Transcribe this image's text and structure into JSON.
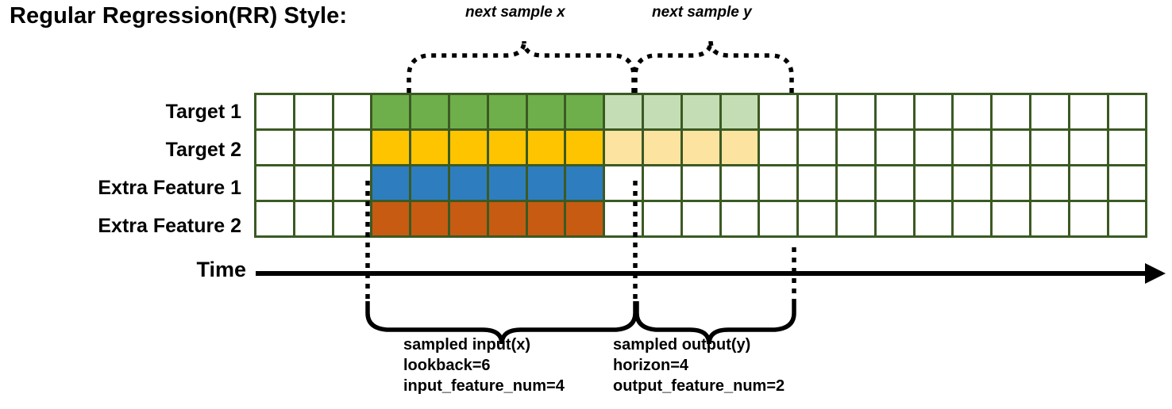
{
  "title": "Regular Regression(RR) Style:",
  "annotations": {
    "top_left_brace_label": "next sample x",
    "top_right_brace_label": "next sample y"
  },
  "axis": {
    "time_label": "Time",
    "arrow": "right-arrow"
  },
  "grid": {
    "total_columns": 23,
    "row_labels": [
      "Target 1",
      "Target 2",
      "Extra Feature 1",
      "Extra Feature 2"
    ],
    "colors": {
      "border": "#3b5a23",
      "empty": "#ffffff",
      "target1_input": "#6faf4b",
      "target1_output": "#c5ddb4",
      "target2_input": "#ffc400",
      "target2_output": "#fce3a0",
      "extra1_input": "#2e7dbf",
      "extra2_input": "#c75b12"
    },
    "segments": {
      "lead_empty": 3,
      "input_span": 6,
      "output_span": 4,
      "trail_empty": 10
    },
    "rows": [
      {
        "label": "Target 1",
        "cells": [
          "#ffffff",
          "#ffffff",
          "#ffffff",
          "#6faf4b",
          "#6faf4b",
          "#6faf4b",
          "#6faf4b",
          "#6faf4b",
          "#6faf4b",
          "#c5ddb4",
          "#c5ddb4",
          "#c5ddb4",
          "#c5ddb4",
          "#ffffff",
          "#ffffff",
          "#ffffff",
          "#ffffff",
          "#ffffff",
          "#ffffff",
          "#ffffff",
          "#ffffff",
          "#ffffff",
          "#ffffff"
        ]
      },
      {
        "label": "Target 2",
        "cells": [
          "#ffffff",
          "#ffffff",
          "#ffffff",
          "#ffc400",
          "#ffc400",
          "#ffc400",
          "#ffc400",
          "#ffc400",
          "#ffc400",
          "#fce3a0",
          "#fce3a0",
          "#fce3a0",
          "#fce3a0",
          "#ffffff",
          "#ffffff",
          "#ffffff",
          "#ffffff",
          "#ffffff",
          "#ffffff",
          "#ffffff",
          "#ffffff",
          "#ffffff",
          "#ffffff"
        ]
      },
      {
        "label": "Extra Feature 1",
        "cells": [
          "#ffffff",
          "#ffffff",
          "#ffffff",
          "#2e7dbf",
          "#2e7dbf",
          "#2e7dbf",
          "#2e7dbf",
          "#2e7dbf",
          "#2e7dbf",
          "#ffffff",
          "#ffffff",
          "#ffffff",
          "#ffffff",
          "#ffffff",
          "#ffffff",
          "#ffffff",
          "#ffffff",
          "#ffffff",
          "#ffffff",
          "#ffffff",
          "#ffffff",
          "#ffffff",
          "#ffffff"
        ]
      },
      {
        "label": "Extra Feature 2",
        "cells": [
          "#ffffff",
          "#ffffff",
          "#ffffff",
          "#c75b12",
          "#c75b12",
          "#c75b12",
          "#c75b12",
          "#c75b12",
          "#c75b12",
          "#ffffff",
          "#ffffff",
          "#ffffff",
          "#ffffff",
          "#ffffff",
          "#ffffff",
          "#ffffff",
          "#ffffff",
          "#ffffff",
          "#ffffff",
          "#ffffff",
          "#ffffff",
          "#ffffff",
          "#ffffff"
        ]
      }
    ]
  },
  "bottom": {
    "input_block": "sampled input(x)\nlookback=6\ninput_feature_num=4",
    "output_block": "sampled output(y)\nhorizon=4\noutput_feature_num=2",
    "input_lines": [
      "sampled input(x)",
      "lookback=6",
      "input_feature_num=4"
    ],
    "output_lines": [
      "sampled output(y)",
      "horizon=4",
      "output_feature_num=2"
    ]
  }
}
